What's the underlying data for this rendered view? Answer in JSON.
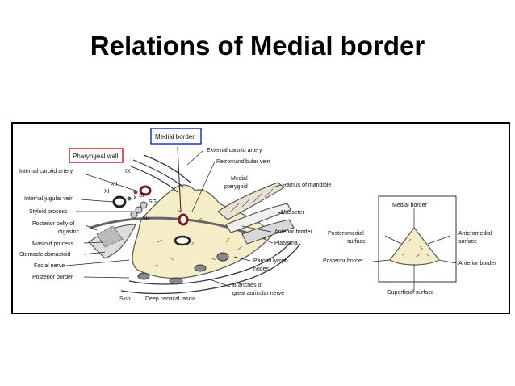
{
  "title": "Relations of Medial border",
  "diagram": {
    "boxed_labels": {
      "medial_border": "Medial border",
      "pharyngeal_wall": "Pharyngeal wall"
    },
    "left_labels": [
      "Internal carotid artery",
      "Internal jugular vein",
      "Styloid process",
      "Posterior belly of",
      "digastric",
      "Mastoid process",
      "Sternocleidomastoid",
      "Facial nerve",
      "Posterior border"
    ],
    "right_labels": [
      "External carotid artery",
      "Retromandibular vein",
      "Medial",
      "pterygoid",
      "Ramus of mandible",
      "Masseter",
      "Anterior border",
      "Platysma",
      "Parotid lymph",
      "nodes",
      "Branches of",
      "great auricular nerve"
    ],
    "bottom_labels": [
      "Skin",
      "Deep cervical fascia"
    ],
    "nerve_labels": [
      "XII",
      "IX",
      "XI",
      "X",
      "SP",
      "SG",
      "SH"
    ],
    "inset": {
      "top": "Medial border",
      "posteromedial_1": "Posteromedial",
      "posteromedial_2": "surface",
      "anteromedial_1": "Anteromedial",
      "anteromedial_2": "surface",
      "posterior": "Posterior border",
      "anterior": "Anterior border",
      "bottom": "Superficial surface"
    },
    "colors": {
      "gland": "#f5ecc8",
      "box_blue": "#2233bb",
      "box_red": "#cc2222"
    }
  }
}
